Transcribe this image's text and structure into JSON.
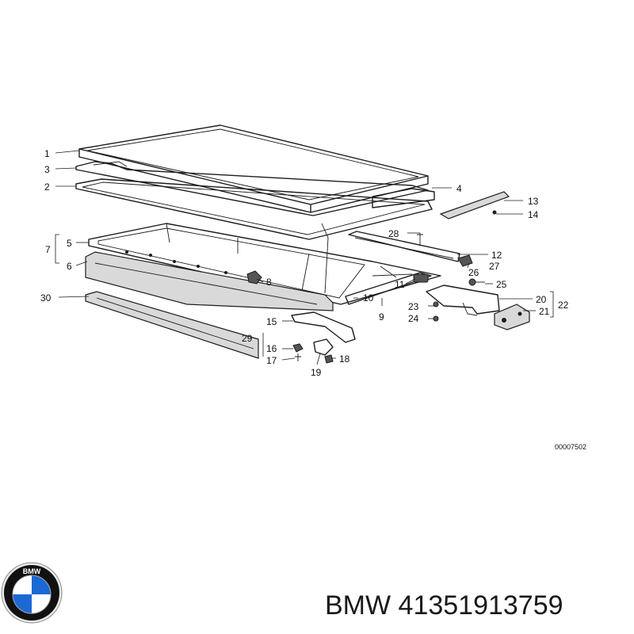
{
  "callouts": {
    "c1": "1",
    "c2": "2",
    "c3": "3",
    "c4": "4",
    "c5": "5",
    "c6": "6",
    "c7": "7",
    "c8": "8",
    "c9": "9",
    "c10": "10",
    "c11": "11",
    "c12": "12",
    "c13": "13",
    "c14": "14",
    "c15": "15",
    "c16": "16",
    "c17": "17",
    "c18": "18",
    "c19": "19",
    "c20": "20",
    "c21": "21",
    "c22": "22",
    "c23": "23",
    "c24": "24",
    "c25": "25",
    "c26": "26",
    "c27": "27",
    "c28": "28",
    "c29": "29",
    "c30": "30"
  },
  "diagram_ref": "00007502",
  "brand": {
    "logo_text": "BMW",
    "caption": "BMW 41351913759"
  },
  "colors": {
    "line": "#1c1c1c",
    "logo_blue": "#1c69d4",
    "logo_ring": "#111111"
  }
}
